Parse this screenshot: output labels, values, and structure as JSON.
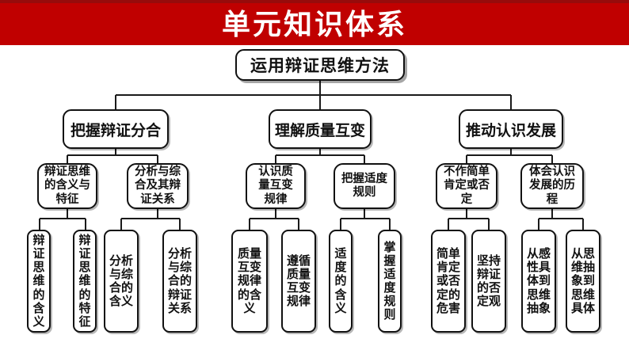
{
  "banner": {
    "title": "单元知识体系"
  },
  "colors": {
    "banner_bg": "#c00000",
    "banner_text": "#ffffff",
    "box_fill": "#ffffff",
    "box_border": "#111111",
    "connector": "#1a1a1a"
  },
  "root": {
    "label": "运用辩证思维方法"
  },
  "branches": [
    {
      "label": "把握辩证分合",
      "children": [
        {
          "label": "辩证思维的含义与特征",
          "children": [
            {
              "label": "辩证思维的含义"
            },
            {
              "label": "辩证思维的特征"
            }
          ]
        },
        {
          "label": "分析与综合及其辩证关系",
          "children": [
            {
              "label": "分析与综合的含义"
            },
            {
              "label": "分析与综合的辩证关系"
            }
          ]
        }
      ]
    },
    {
      "label": "理解质量互变",
      "children": [
        {
          "label": "认识质量互变规律",
          "children": [
            {
              "label": "质量互变规律的含义"
            },
            {
              "label": "遵循质量互变规律"
            }
          ]
        },
        {
          "label": "把握适度规则",
          "children": [
            {
              "label": "适度的含义"
            },
            {
              "label": "掌握适度规则"
            }
          ]
        }
      ]
    },
    {
      "label": "推动认识发展",
      "children": [
        {
          "label": "不作简单肯定或否定",
          "children": [
            {
              "label": "简单肯定或否定的危害"
            },
            {
              "label": "坚持辩证的否定观"
            }
          ]
        },
        {
          "label": "体会认识发展的历程",
          "children": [
            {
              "label": "从感性具体到思维抽象"
            },
            {
              "label": "从思维抽象到思维具体"
            }
          ]
        }
      ]
    }
  ]
}
